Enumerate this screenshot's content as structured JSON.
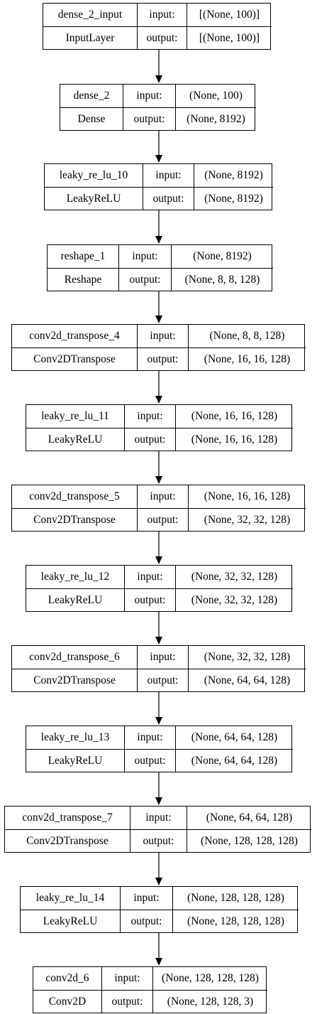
{
  "layers": [
    {
      "name": "dense_2_input",
      "type": "InputLayer",
      "input_label": "input:",
      "output_label": "output:",
      "input": "[(None, 100)]",
      "output": "[(None, 100)]"
    },
    {
      "name": "dense_2",
      "type": "Dense",
      "input_label": "input:",
      "output_label": "output:",
      "input": "(None, 100)",
      "output": "(None, 8192)"
    },
    {
      "name": "leaky_re_lu_10",
      "type": "LeakyReLU",
      "input_label": "input:",
      "output_label": "output:",
      "input": "(None, 8192)",
      "output": "(None, 8192)"
    },
    {
      "name": "reshape_1",
      "type": "Reshape",
      "input_label": "input:",
      "output_label": "output:",
      "input": "(None, 8192)",
      "output": "(None, 8, 8, 128)"
    },
    {
      "name": "conv2d_transpose_4",
      "type": "Conv2DTranspose",
      "input_label": "input:",
      "output_label": "output:",
      "input": "(None, 8, 8, 128)",
      "output": "(None, 16, 16, 128)"
    },
    {
      "name": "leaky_re_lu_11",
      "type": "LeakyReLU",
      "input_label": "input:",
      "output_label": "output:",
      "input": "(None, 16, 16, 128)",
      "output": "(None, 16, 16, 128)"
    },
    {
      "name": "conv2d_transpose_5",
      "type": "Conv2DTranspose",
      "input_label": "input:",
      "output_label": "output:",
      "input": "(None, 16, 16, 128)",
      "output": "(None, 32, 32, 128)"
    },
    {
      "name": "leaky_re_lu_12",
      "type": "LeakyReLU",
      "input_label": "input:",
      "output_label": "output:",
      "input": "(None, 32, 32, 128)",
      "output": "(None, 32, 32, 128)"
    },
    {
      "name": "conv2d_transpose_6",
      "type": "Conv2DTranspose",
      "input_label": "input:",
      "output_label": "output:",
      "input": "(None, 32, 32, 128)",
      "output": "(None, 64, 64, 128)"
    },
    {
      "name": "leaky_re_lu_13",
      "type": "LeakyReLU",
      "input_label": "input:",
      "output_label": "output:",
      "input": "(None, 64, 64, 128)",
      "output": "(None, 64, 64, 128)"
    },
    {
      "name": "conv2d_transpose_7",
      "type": "Conv2DTranspose",
      "input_label": "input:",
      "output_label": "output:",
      "input": "(None, 64, 64, 128)",
      "output": "(None, 128, 128, 128)"
    },
    {
      "name": "leaky_re_lu_14",
      "type": "LeakyReLU",
      "input_label": "input:",
      "output_label": "output:",
      "input": "(None, 128, 128, 128)",
      "output": "(None, 128, 128, 128)"
    },
    {
      "name": "conv2d_6",
      "type": "Conv2D",
      "input_label": "input:",
      "output_label": "output:",
      "input": "(None, 128, 128, 128)",
      "output": "(None, 128, 128, 3)"
    }
  ]
}
